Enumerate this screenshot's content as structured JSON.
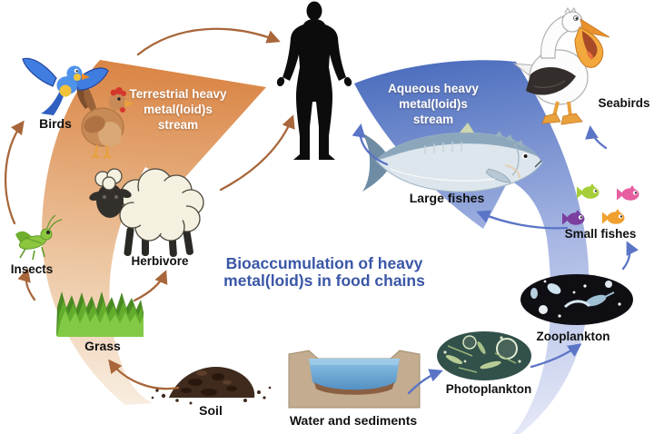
{
  "figure": {
    "title": {
      "lines": [
        "Bioaccumulation of heavy",
        "metal(loid)s in food chains"
      ],
      "color": "#3a57a7"
    },
    "streams": {
      "terrestrial": {
        "label": "Terrestrial heavy metal(loid)s stream",
        "lines": [
          "Terrestrial heavy",
          "metal(loid)s",
          "stream"
        ],
        "arrow_color": "#d9813f"
      },
      "aqueous": {
        "label": "Aqueous heavy metal(loid)s stream",
        "lines": [
          "Aqueous heavy",
          "metal(loid)s",
          "stream"
        ],
        "arrow_color": "#4a6cbd"
      }
    },
    "nodes": {
      "birds": {
        "label": "Birds"
      },
      "insects": {
        "label": "Insects"
      },
      "grass": {
        "label": "Grass"
      },
      "soil": {
        "label": "Soil"
      },
      "herbivore": {
        "label": "Herbivore"
      },
      "water_sediments": {
        "label": "Water and sediments"
      },
      "photoplankton": {
        "label": "Photoplankton"
      },
      "zooplankton": {
        "label": "Zooplankton"
      },
      "small_fishes": {
        "label": "Small fishes"
      },
      "large_fishes": {
        "label": "Large fishes"
      },
      "seabirds": {
        "label": "Seabirds"
      }
    },
    "food_chain_links": [
      {
        "from": "Soil",
        "to": "Grass"
      },
      {
        "from": "Grass",
        "to": "Insects"
      },
      {
        "from": "Insects",
        "to": "Birds"
      },
      {
        "from": "Birds",
        "to": "Human"
      },
      {
        "from": "Grass",
        "to": "Herbivore"
      },
      {
        "from": "Herbivore",
        "to": "Human"
      },
      {
        "from": "Water and sediments",
        "to": "Photoplankton"
      },
      {
        "from": "Photoplankton",
        "to": "Zooplankton"
      },
      {
        "from": "Zooplankton",
        "to": "Small fishes"
      },
      {
        "from": "Small fishes",
        "to": "Seabirds"
      },
      {
        "from": "Small fishes",
        "to": "Large fishes"
      },
      {
        "from": "Large fishes",
        "to": "Human"
      }
    ],
    "colors": {
      "background": "#ffffff",
      "title_text": "#3a57a7",
      "stream_text": "#ffffff",
      "label_text": "#111111",
      "terrestrial_arrow": "#d9813f",
      "aqueous_arrow": "#4a6cbd",
      "terrestrial_link_arrows": "#a8663a",
      "aqueous_link_arrows": "#5a74c6",
      "small_fish_colors": [
        "#a6ce39",
        "#e75fa0",
        "#7b3fa0",
        "#f0a030"
      ]
    }
  }
}
